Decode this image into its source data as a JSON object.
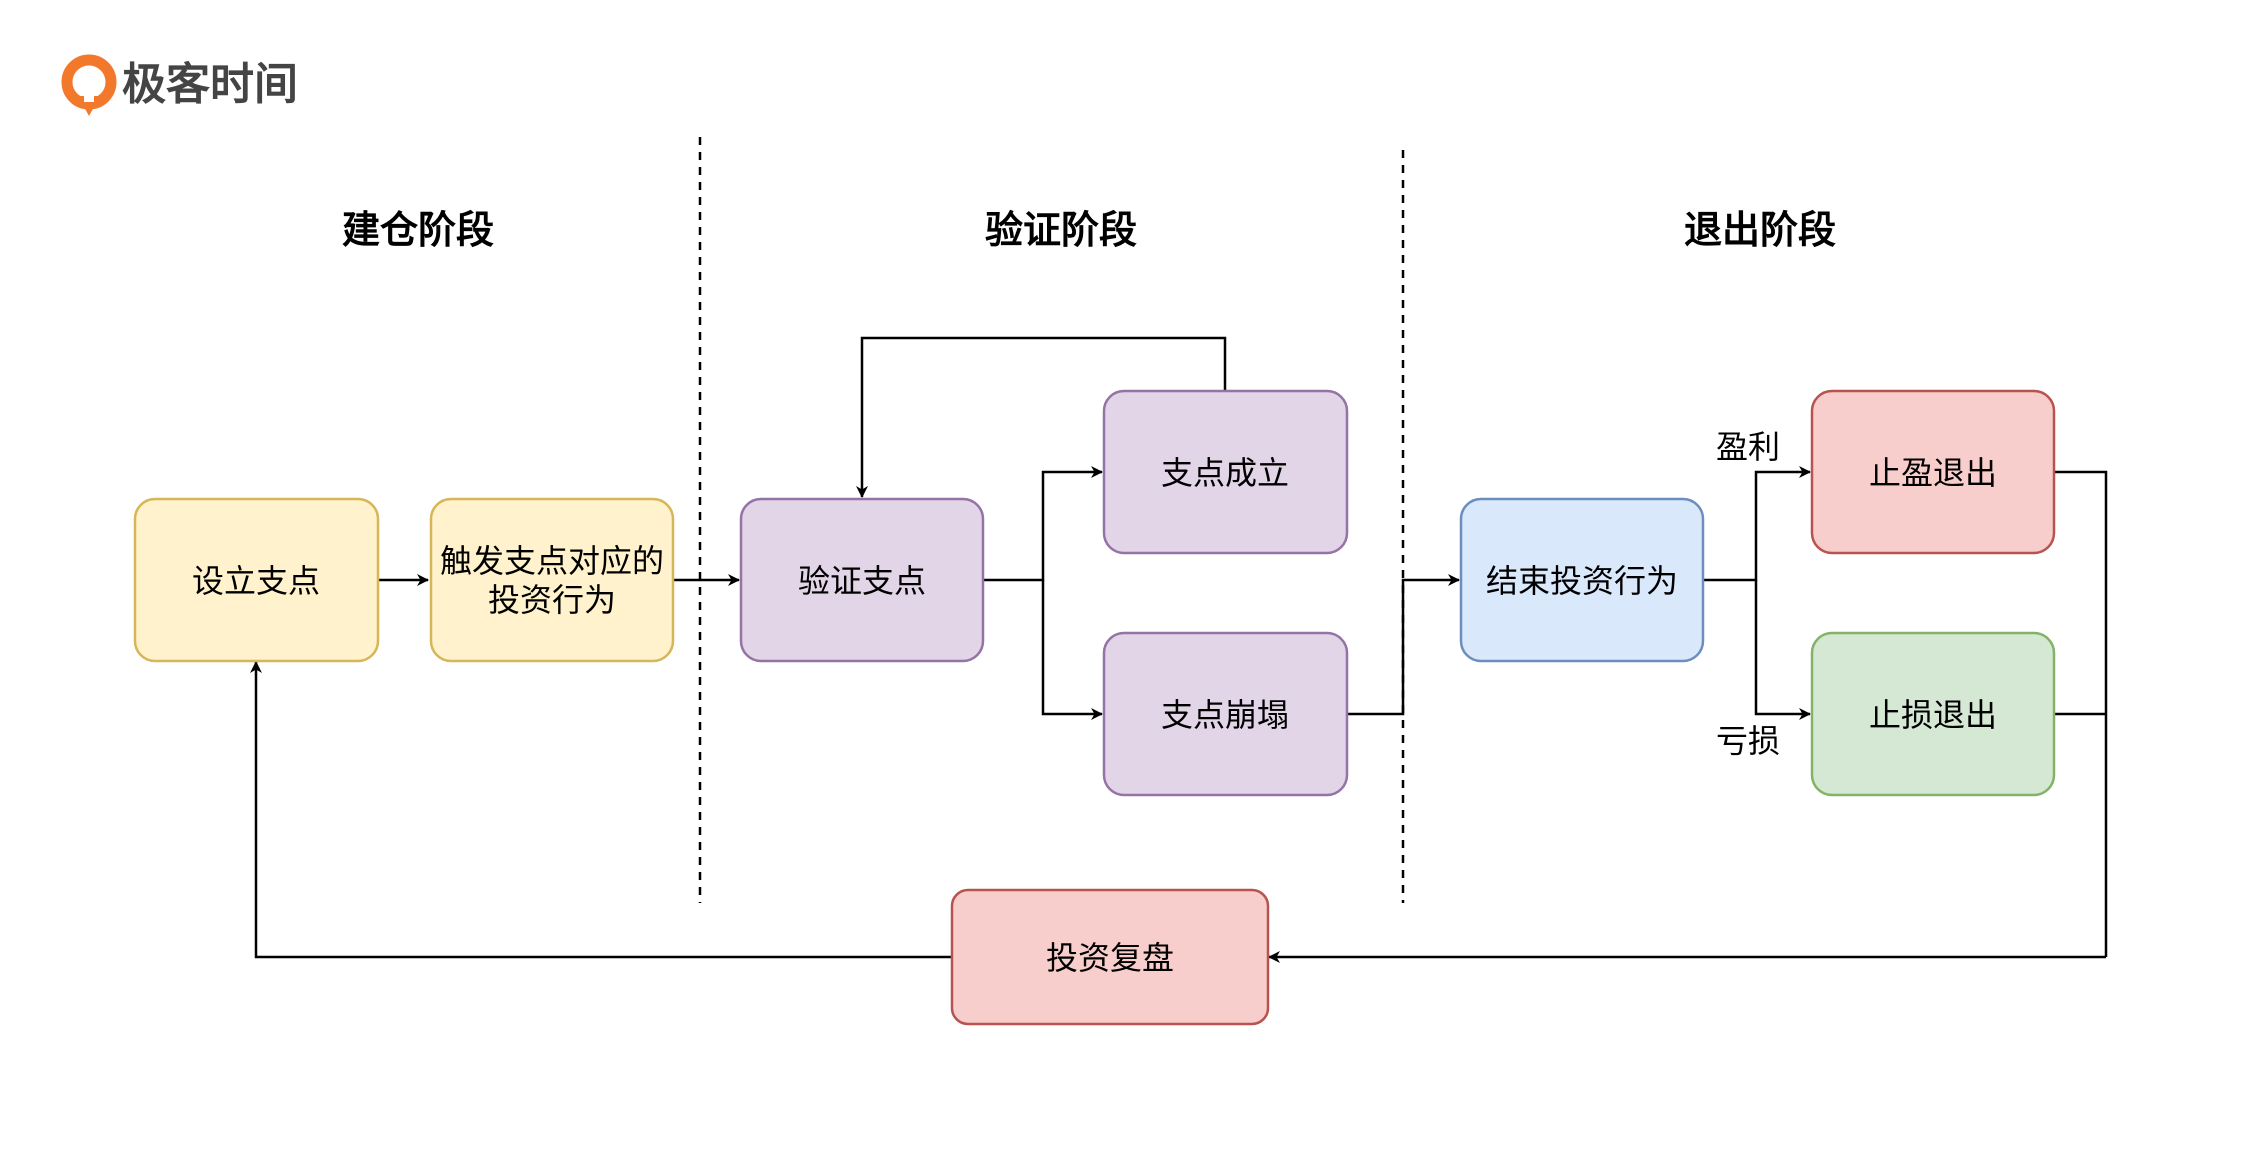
{
  "brand": {
    "name": "极客时间",
    "logo_color": "#F2792B"
  },
  "phases": {
    "build": "建仓阶段",
    "verify": "验证阶段",
    "exit": "退出阶段"
  },
  "nodes": {
    "set_pivot": "设立支点",
    "trigger_line1": "触发支点对应的",
    "trigger_line2": "投资行为",
    "verify_pivot": "验证支点",
    "pivot_hold": "支点成立",
    "pivot_collapse": "支点崩塌",
    "end_invest": "结束投资行为",
    "take_profit": "止盈退出",
    "stop_loss": "止损退出",
    "review": "投资复盘"
  },
  "edge_labels": {
    "profit": "盈利",
    "loss": "亏损"
  },
  "colors": {
    "yellow_fill": "#FFF2CC",
    "yellow_stroke": "#D6B656",
    "purple_fill": "#E1D5E7",
    "purple_stroke": "#9673A6",
    "blue_fill": "#DAE8FC",
    "blue_stroke": "#6C8EBF",
    "red_fill": "#F8CECC",
    "red_stroke": "#B85450",
    "green_fill": "#D5E8D4",
    "green_stroke": "#82B366"
  }
}
